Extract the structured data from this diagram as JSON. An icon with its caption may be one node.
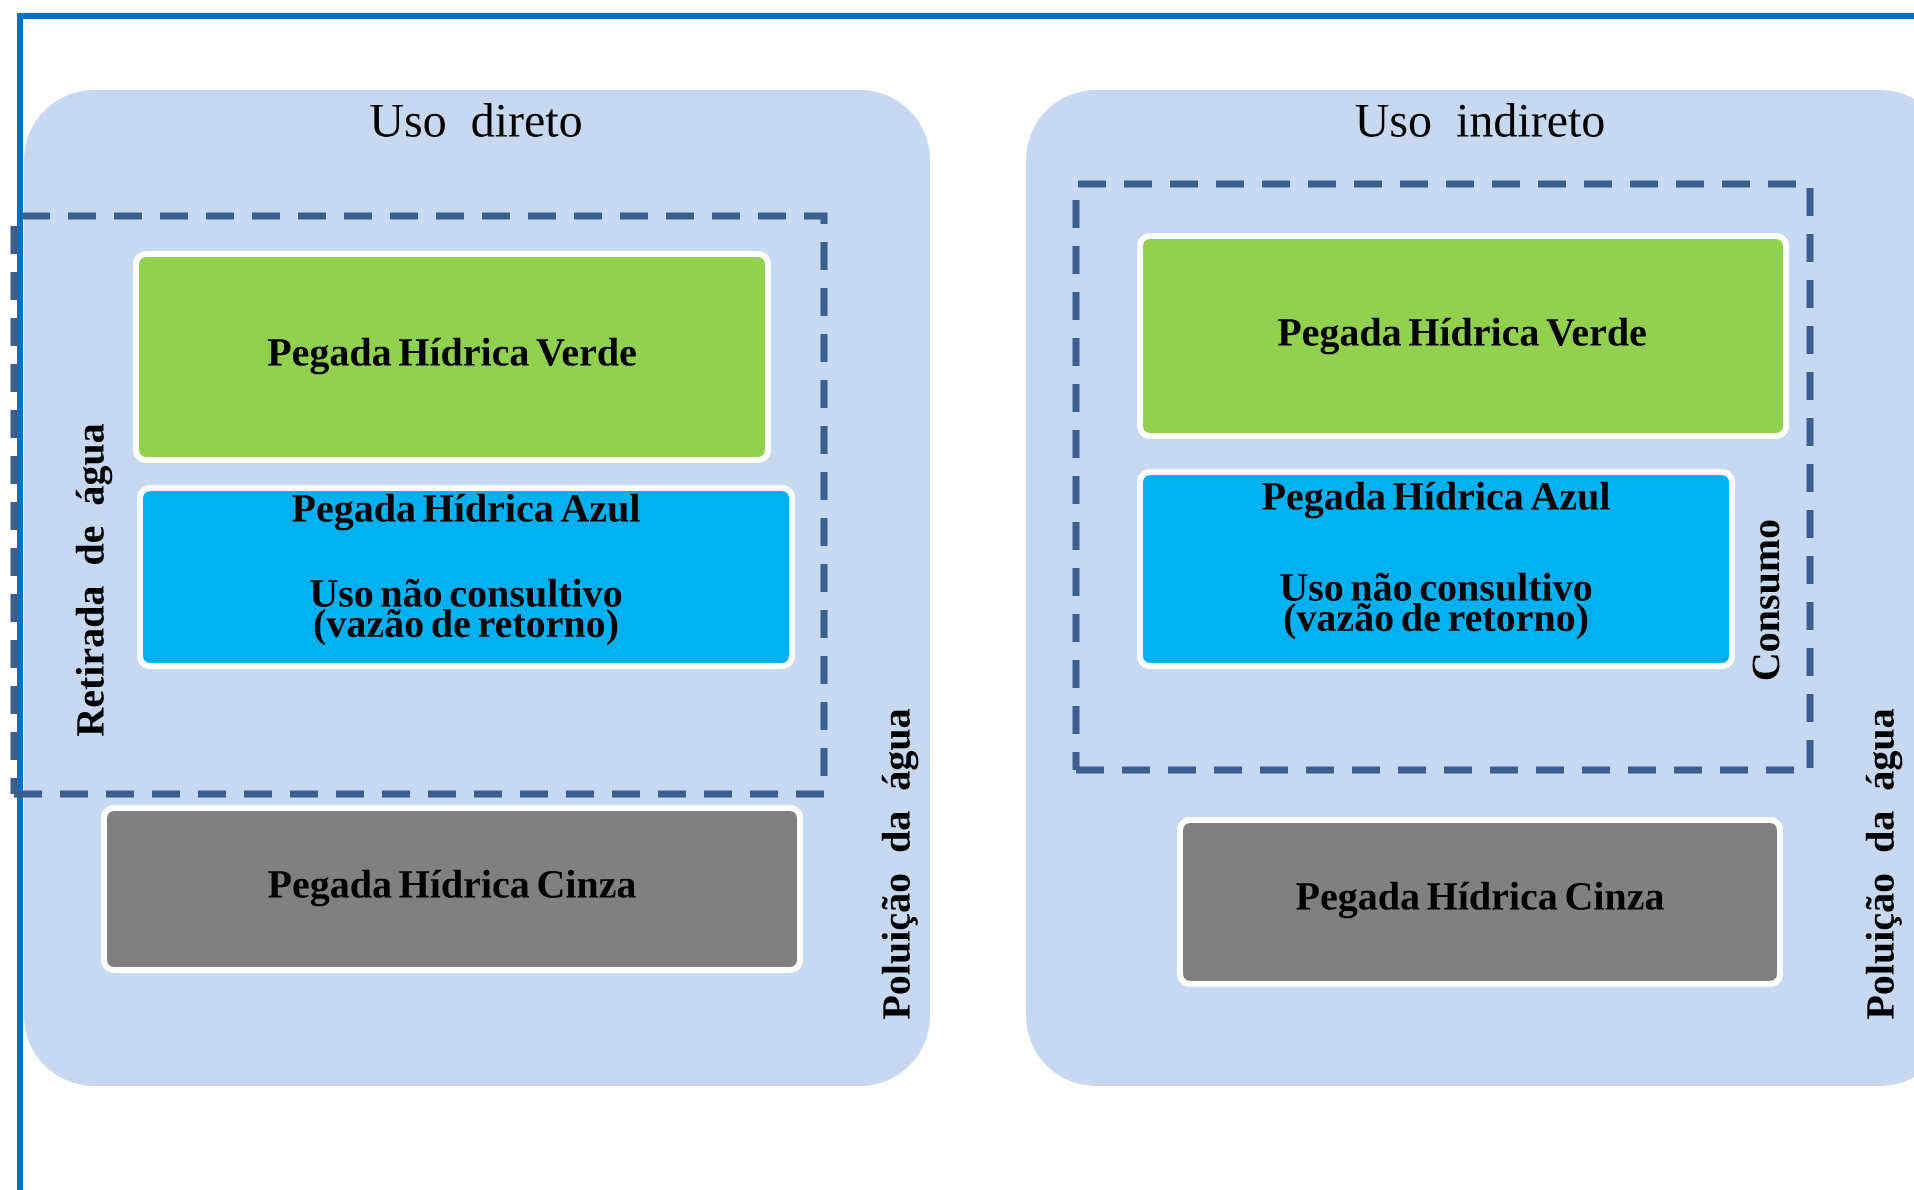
{
  "diagram": {
    "nodes": [
      {
        "text": [
          "Uso direto",
          "Poluição da água"
        ]
      },
      {
        "text": [
          "Retirada de água"
        ],
        "in": 0
      },
      {
        "text": [
          "Pegada Hídrica Verde"
        ],
        "in": 1
      },
      {
        "text": [
          "Pegada Hídrica Azul",
          "Uso não consultivo (vazão de retorno)"
        ],
        "in": 1
      },
      {
        "text": [
          "Pegada Hídrica Cinza"
        ],
        "in": 0
      },
      {
        "text": [
          "Uso indireto",
          "Poluição da água"
        ]
      },
      {
        "text": [
          "Consumo"
        ],
        "in": 5
      },
      {
        "text": [
          "Pegada Hídrica Verde"
        ],
        "in": 6
      },
      {
        "text": [
          "Pegada Hídrica Azul",
          "Uso não consultivo (vazão de retorno)"
        ],
        "in": 6
      },
      {
        "text": [
          "Pegada Hídrica Cinza"
        ],
        "in": 5
      }
    ]
  }
}
